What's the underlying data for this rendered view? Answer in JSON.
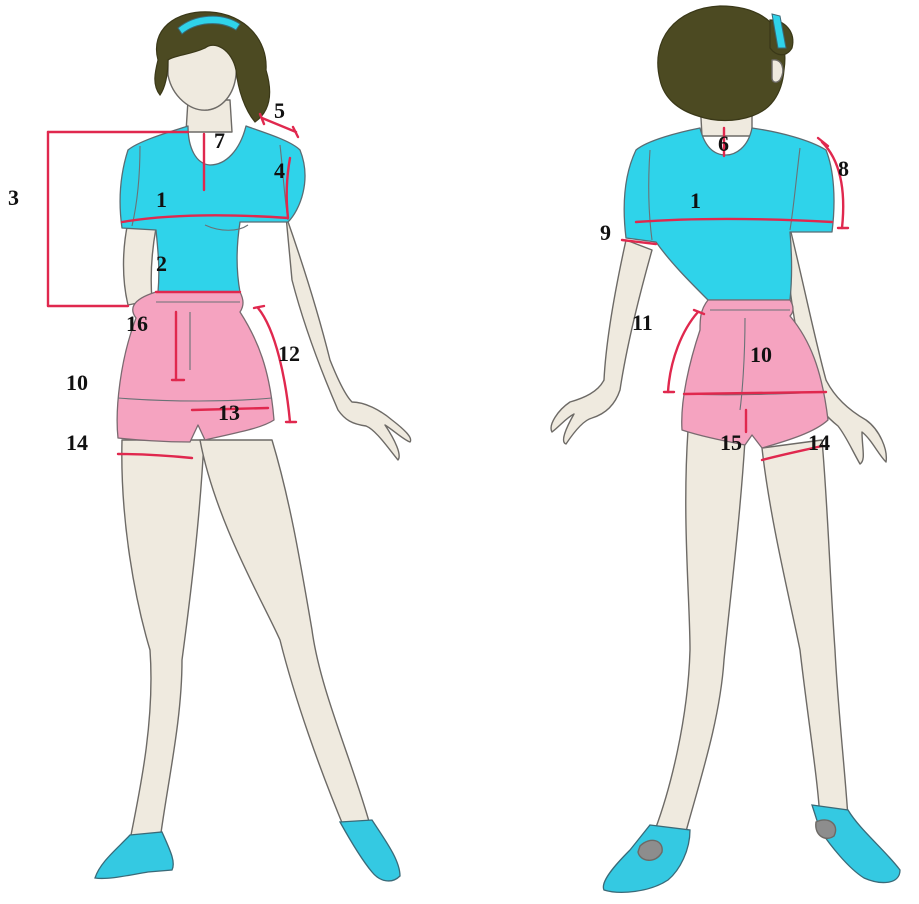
{
  "front_labels": [
    {
      "id": "chest",
      "text": "1"
    },
    {
      "id": "waist",
      "text": "2"
    },
    {
      "id": "front-length",
      "text": "3"
    },
    {
      "id": "armhole",
      "text": "4"
    },
    {
      "id": "shoulder",
      "text": "5"
    },
    {
      "id": "neck-depth",
      "text": "7"
    },
    {
      "id": "hip",
      "text": "10"
    },
    {
      "id": "side-length",
      "text": "12"
    },
    {
      "id": "hem",
      "text": "13"
    },
    {
      "id": "thigh",
      "text": "14"
    },
    {
      "id": "front-rise",
      "text": "16"
    }
  ],
  "back_labels": [
    {
      "id": "back-chest",
      "text": "1"
    },
    {
      "id": "back-neck",
      "text": "6"
    },
    {
      "id": "sleeve-length",
      "text": "8"
    },
    {
      "id": "sleeve-opening",
      "text": "9"
    },
    {
      "id": "back-hip",
      "text": "10"
    },
    {
      "id": "back-side-length",
      "text": "11"
    },
    {
      "id": "back-thigh",
      "text": "14"
    },
    {
      "id": "back-inseam",
      "text": "15"
    }
  ],
  "colors": {
    "top": "#2fd3ea",
    "shorts": "#f5a3c0",
    "skin": "#efeadf",
    "hair": "#4c4a22",
    "shoes": "#34c9e2",
    "measurement_lines": "#e0284e"
  }
}
